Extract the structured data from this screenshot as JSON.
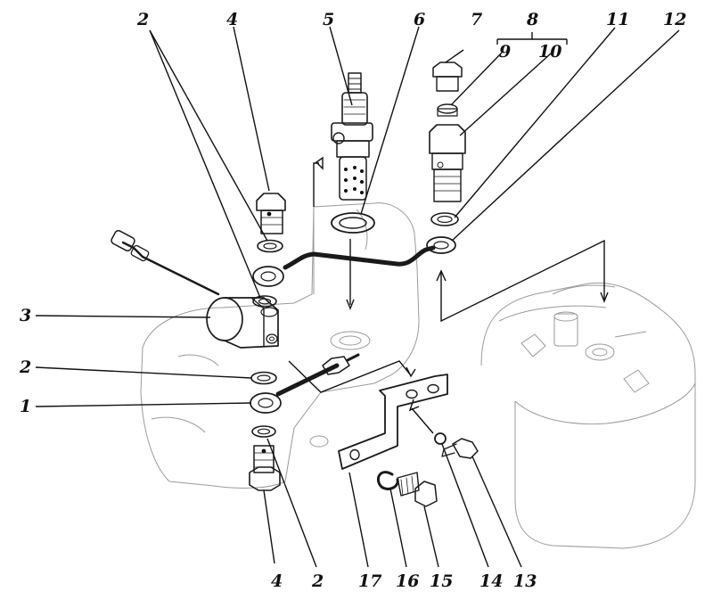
{
  "diagram": {
    "callouts": {
      "c1": "1",
      "c2a": "2",
      "c2b": "2",
      "c2c": "2",
      "c3": "3",
      "c4a": "4",
      "c4b": "4",
      "c5": "5",
      "c6": "6",
      "c7": "7",
      "c8": "8",
      "c9": "9",
      "c10": "10",
      "c11": "11",
      "c12": "12",
      "c13": "13",
      "c14": "14",
      "c15": "15",
      "c16": "16",
      "c17": "17"
    }
  }
}
